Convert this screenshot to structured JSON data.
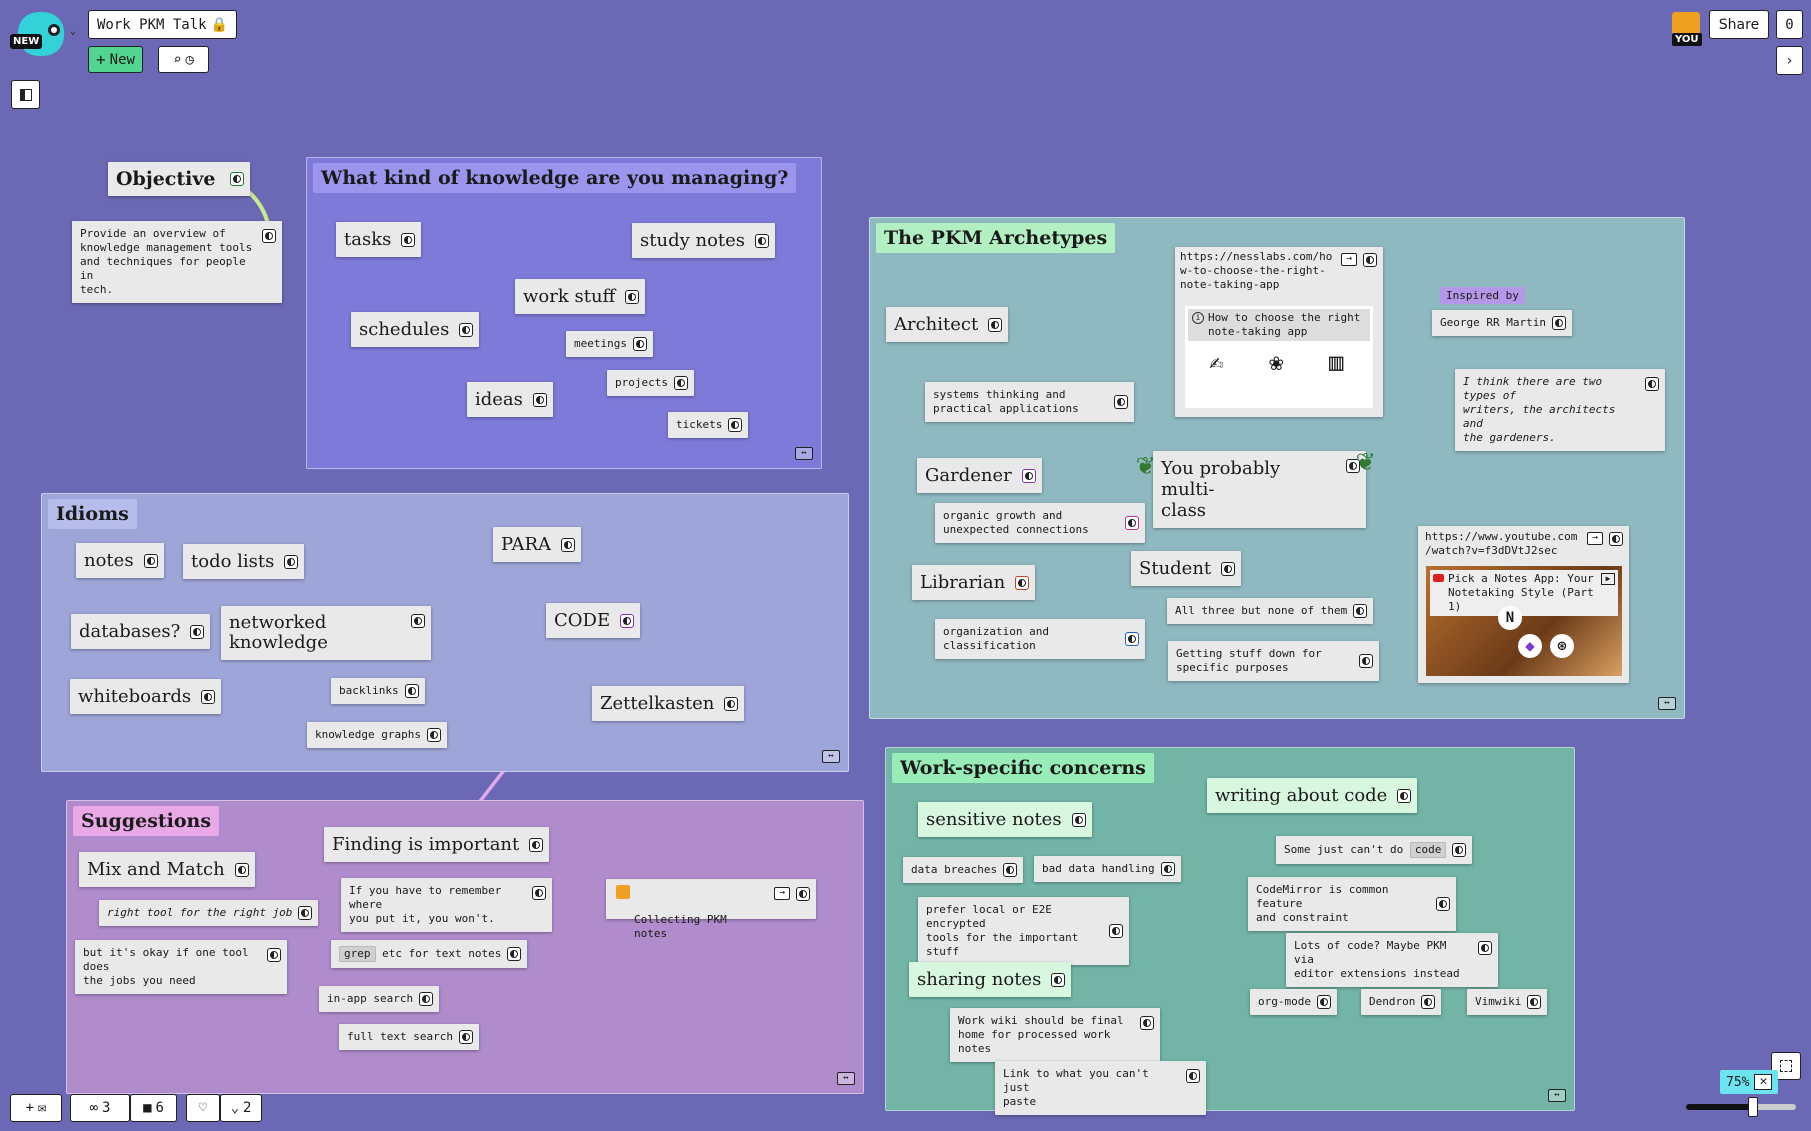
{
  "board": {
    "title": "Work PKM Talk",
    "new_badge": "NEW",
    "new_label": "New",
    "share_label": "Share",
    "share_count": "0",
    "you_label": "YOU",
    "zoom": "75%"
  },
  "bottom": {
    "viewers": "3",
    "video": "6",
    "reactions": "2"
  },
  "colors": {
    "background": "#6b69b5",
    "accent_green": "#52d68f",
    "frame_knowledge": "#7e7ad9",
    "frame_idioms": "#9ea5d8",
    "frame_suggestions": "#b08ccc",
    "frame_archetypes": "#8fb9c1",
    "frame_work": "#72b4a6"
  },
  "objective": {
    "title": "Objective",
    "text": "Provide an overview of\nknowledge management tools\nand techniques for people in\ntech."
  },
  "knowledge": {
    "title": "What kind of knowledge are you managing?",
    "tasks": "tasks",
    "study_notes": "study notes",
    "work_stuff": "work stuff",
    "meetings": "meetings",
    "schedules": "schedules",
    "projects": "projects",
    "ideas": "ideas",
    "tickets": "tickets"
  },
  "idioms": {
    "title": "Idioms",
    "notes": "notes",
    "todo_lists": "todo lists",
    "para": "PARA",
    "databases": "databases?",
    "networked": "networked\nknowledge",
    "code": "CODE",
    "whiteboards": "whiteboards",
    "backlinks": "backlinks",
    "zettelkasten": "Zettelkasten",
    "knowledge_graphs": "knowledge graphs"
  },
  "suggestions": {
    "title": "Suggestions",
    "mix_match": "Mix and Match",
    "right_tool": "right tool for the right job",
    "okay": "but it's okay if one tool does\nthe jobs you need",
    "finding": "Finding is important",
    "remember": "If you have to remember where\nyou put it, you won't.",
    "grep": "grep",
    "grep_rest": " etc for text notes",
    "in_app": "in-app search",
    "full_text": "full text search",
    "collecting": "Collecting PKM\nnotes"
  },
  "archetypes": {
    "title": "The PKM Archetypes",
    "architect": "Architect",
    "architect_desc": "systems thinking and\npractical applications",
    "gardener": "Gardener",
    "gardener_desc": "organic growth and\nunexpected connections",
    "librarian": "Librarian",
    "librarian_desc": "organization and\nclassification",
    "student": "Student",
    "all_three": "All three but none of them",
    "getting": "Getting stuff down for\nspecific purposes",
    "multiclass": "You probably multi-\nclass",
    "link1_url": "https://nesslabs.com/ho\nw-to-choose-the-right-\nnote-taking-app",
    "link1_title": "How to choose the right\nnote-taking app",
    "inspired": "Inspired by",
    "grrm": "George RR Martin",
    "quote": "I think there are two types of\nwriters, the architects and\nthe gardeners.",
    "link2_url": "https://www.youtube.com\n/watch?v=f3dDVtJ2sec",
    "link2_title": "Pick a Notes App: Your\nNotetaking Style (Part 1)"
  },
  "work": {
    "title": "Work-specific concerns",
    "sensitive": "sensitive notes",
    "writing_code": "writing about code",
    "breaches": "data breaches",
    "bad_handling": "bad data handling",
    "some_cant": "Some just can't do ",
    "code_chip": "code",
    "prefer_local": "prefer local or E2E encrypted\ntools for the important stuff",
    "codemirror": "CodeMirror is common feature\nand constraint",
    "lots_code": "Lots of code? Maybe PKM via\neditor extensions instead",
    "sharing": "sharing notes",
    "org_mode": "org-mode",
    "dendron": "Dendron",
    "vimwiki": "Vimwiki",
    "work_wiki": "Work wiki should be final\nhome for processed work notes",
    "link_to": "Link to what you can't just\npaste"
  }
}
